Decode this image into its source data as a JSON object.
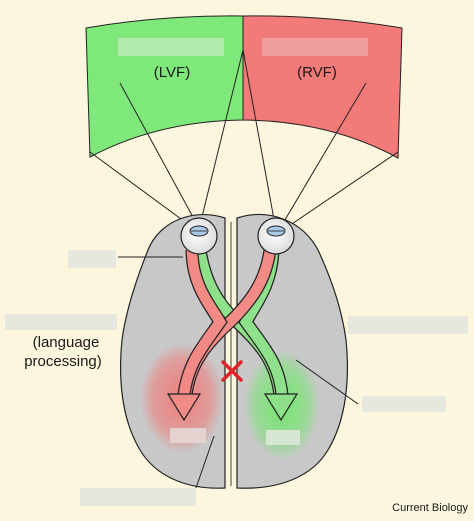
{
  "visual_field": {
    "left_label": "(LVF)",
    "right_label": "(RVF)",
    "left_color": "#7ee87a",
    "right_color": "#f27a78"
  },
  "left_annotation": {
    "line1": "(language",
    "line2": "processing)"
  },
  "credit": "Current Biology",
  "colors": {
    "background": "#fbf6dd",
    "brain": "#c8c8c8",
    "pathway_red": "#f28a86",
    "pathway_green": "#8fe08a",
    "lesion": "#e0242a",
    "label_mask": "#e7e6df"
  }
}
